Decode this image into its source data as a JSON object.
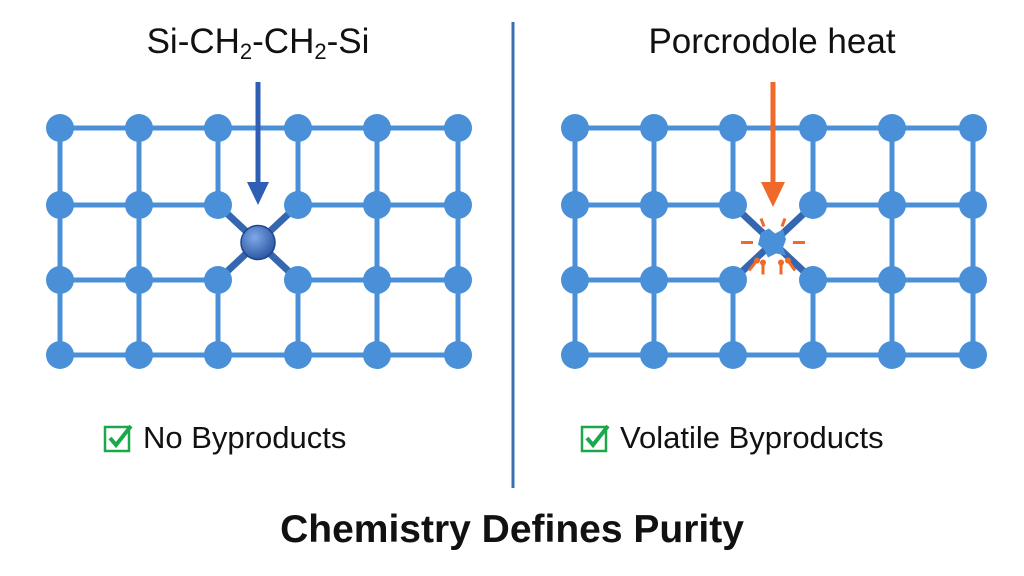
{
  "left": {
    "title_parts": [
      "Si-CH",
      "2",
      "-CH",
      "2",
      "-Si"
    ],
    "label": "No Byproducts",
    "check_icon": "green-checkbox-icon"
  },
  "right": {
    "title": "Porcrodole heat",
    "label": "Volatile Byproducts",
    "check_icon": "green-checkbox-icon"
  },
  "footer": "Chemistry Defines Purity",
  "colors": {
    "node": "#4a90d9",
    "edge": "#4a90d9",
    "left_arrow": "#2f5fb5",
    "right_arrow": "#ef6a2a",
    "center_atom": "#3c6bb5",
    "check": "#1aa84b",
    "divider": "#3a6fb0"
  }
}
